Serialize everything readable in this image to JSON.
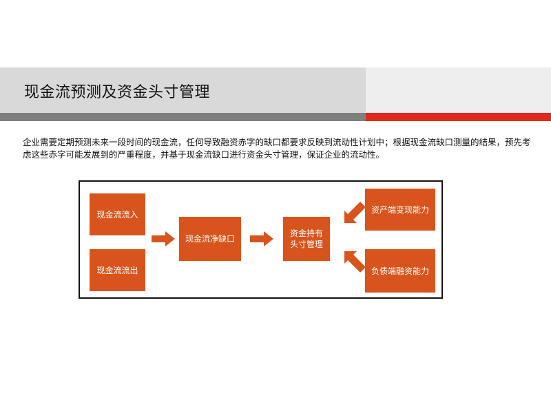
{
  "header": {
    "title": "现金流预测及资金头寸管理"
  },
  "intro": {
    "text": "企业需要定期预测未来一段时间的现金流，任何导致融资赤字的缺口都要求反映到流动性计划中；根据现金流缺口测量的结果，预先考虑这些赤字可能发展到的严重程度，并基于现金流缺口进行资金头寸管理，保证企业的流动性。"
  },
  "diagram": {
    "nodes": {
      "cash_inflow": "现金流流入",
      "cash_outflow": "现金流流出",
      "net_gap": "现金流净缺口",
      "position_line1": "资金持有",
      "position_line2": "头寸管理",
      "asset_liquidity": "资产端变现能力",
      "liability_financing": "负债端融资能力"
    }
  },
  "colors": {
    "box_fill": "#d9541c",
    "accent_red": "#e0291b",
    "band_gray": "#7f7f7f",
    "title_band": "#d9d9d9"
  }
}
